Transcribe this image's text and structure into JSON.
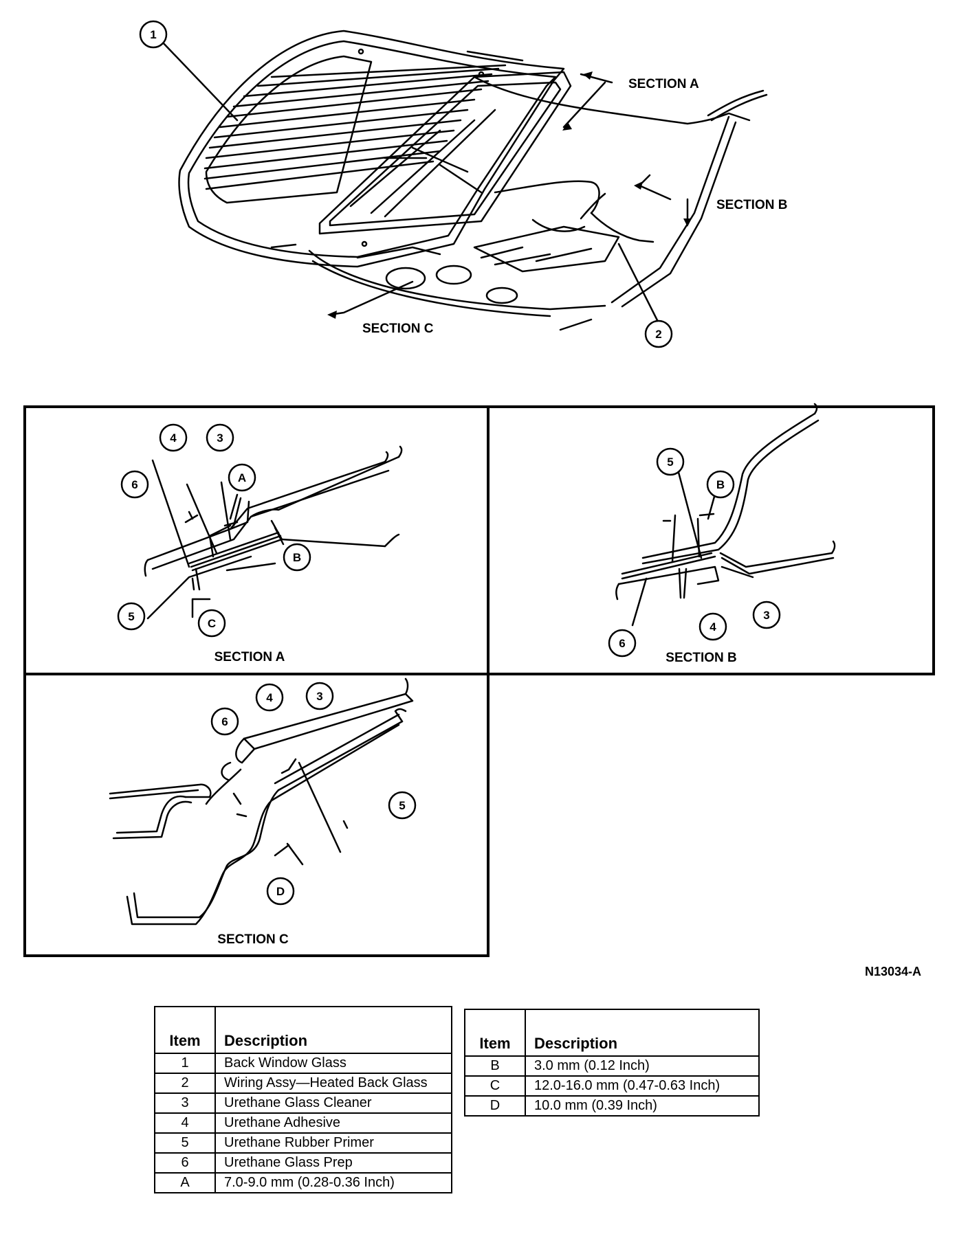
{
  "main_diagram": {
    "callouts": {
      "c1": "1",
      "c2": "2"
    },
    "section_labels": {
      "a": "SECTION A",
      "b": "SECTION B",
      "c": "SECTION C"
    }
  },
  "panels": {
    "section_a": {
      "title": "SECTION A",
      "callouts": {
        "n4": "4",
        "n3": "3",
        "nA": "A",
        "n6": "6",
        "nB": "B",
        "n5": "5",
        "nC": "C"
      }
    },
    "section_b": {
      "title": "SECTION B",
      "callouts": {
        "n5": "5",
        "nB": "B",
        "n3": "3",
        "n4": "4",
        "n6": "6"
      }
    },
    "section_c": {
      "title": "SECTION C",
      "callouts": {
        "n4": "4",
        "n3": "3",
        "n6": "6",
        "n5": "5",
        "nD": "D"
      }
    }
  },
  "figure_ref": "N13034-A",
  "legend_left": {
    "headers": {
      "item": "Item",
      "description": "Description"
    },
    "rows": [
      {
        "item": "1",
        "description": "Back Window Glass"
      },
      {
        "item": "2",
        "description": "Wiring Assy—Heated Back Glass"
      },
      {
        "item": "3",
        "description": "Urethane Glass Cleaner"
      },
      {
        "item": "4",
        "description": "Urethane Adhesive"
      },
      {
        "item": "5",
        "description": "Urethane Rubber Primer"
      },
      {
        "item": "6",
        "description": "Urethane Glass Prep"
      },
      {
        "item": "A",
        "description": "7.0-9.0 mm (0.28-0.36 Inch)"
      }
    ]
  },
  "legend_right": {
    "headers": {
      "item": "Item",
      "description": "Description"
    },
    "rows": [
      {
        "item": "B",
        "description": "3.0 mm (0.12 Inch)"
      },
      {
        "item": "C",
        "description": "12.0-16.0 mm (0.47-0.63 Inch)"
      },
      {
        "item": "D",
        "description": "10.0 mm (0.39 Inch)"
      }
    ]
  }
}
